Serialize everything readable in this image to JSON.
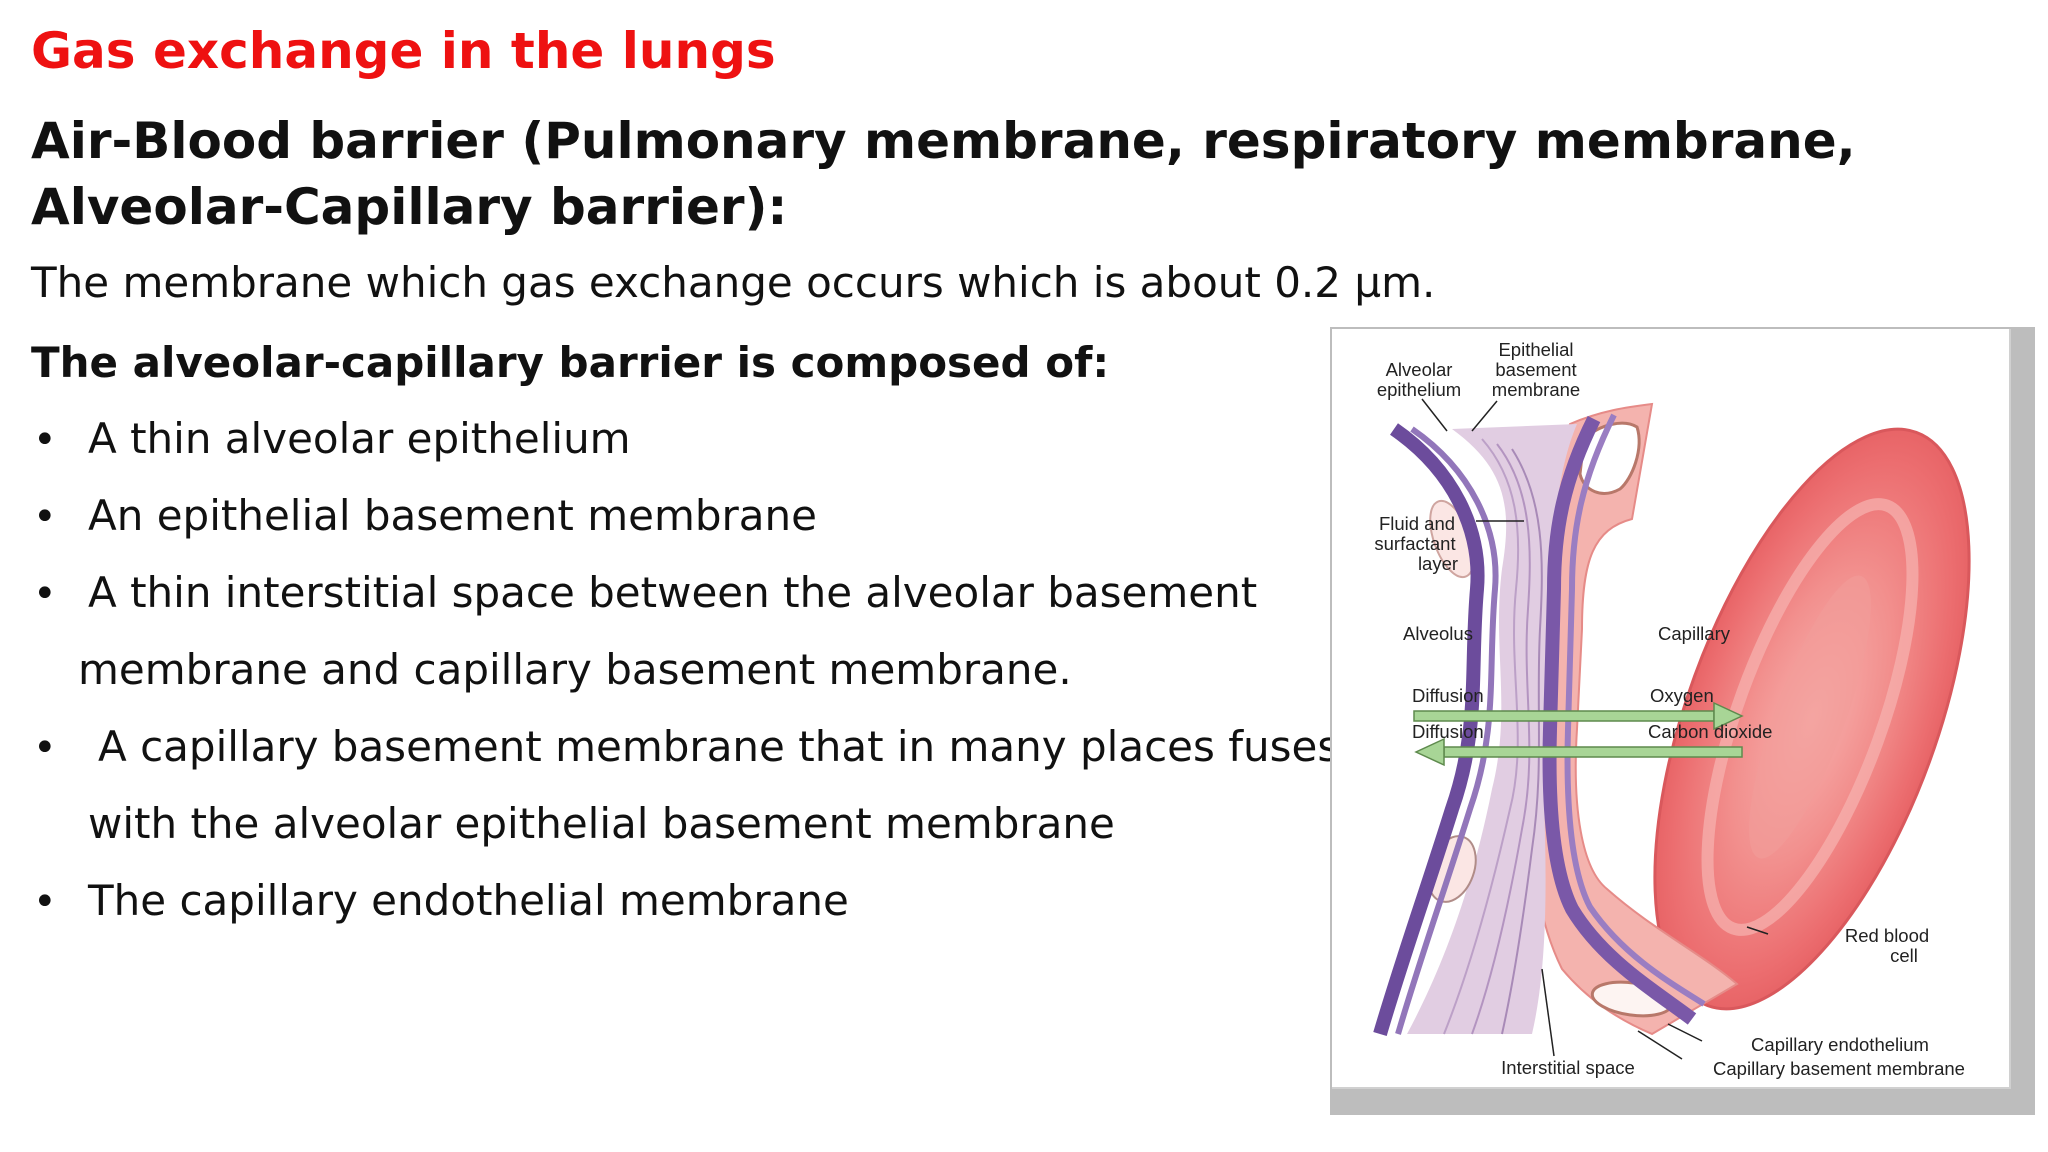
{
  "slide": {
    "title": "Gas exchange in the lungs",
    "heading": "Air-Blood barrier (Pulmonary membrane, respiratory membrane, Alveolar-Capillary barrier):",
    "intro": "The membrane which gas exchange occurs which is about 0.2 µm.",
    "composed_heading": "The alveolar-capillary barrier is composed of:",
    "bullet_symbol": "•",
    "bullets": [
      "A thin alveolar epithelium",
      "An epithelial basement membrane",
      "A thin interstitial space between the alveolar basement",
      "membrane and capillary basement membrane.",
      "A capillary basement membrane that in many places fuses",
      "with the alveolar epithelial basement membrane",
      "The capillary endothelial membrane"
    ]
  },
  "figure": {
    "labels": {
      "alveolar_epithelium_1": "Alveolar",
      "alveolar_epithelium_2": "epithelium",
      "epithelial_bm_1": "Epithelial",
      "epithelial_bm_2": "basement",
      "epithelial_bm_3": "membrane",
      "fluid_1": "Fluid and",
      "fluid_2": "surfactant",
      "fluid_3": "layer",
      "alveolus": "Alveolus",
      "capillary": "Capillary",
      "diffusion_top": "Diffusion",
      "oxygen": "Oxygen",
      "diffusion_bottom": "Diffusion",
      "carbon_dioxide": "Carbon dioxide",
      "rbc_1": "Red blood",
      "rbc_2": "cell",
      "capillary_endothelium": "Capillary endothelium",
      "capillary_bm": "Capillary basement membrane",
      "interstitial_space": "Interstitial space"
    },
    "colors": {
      "membrane_purple": "#7a58a8",
      "interstitium": "#d8c4dc",
      "capillary_pink": "#f2aaa6",
      "rbc_red": "#ee6f70",
      "arrow_green": "#9ed18a"
    }
  }
}
